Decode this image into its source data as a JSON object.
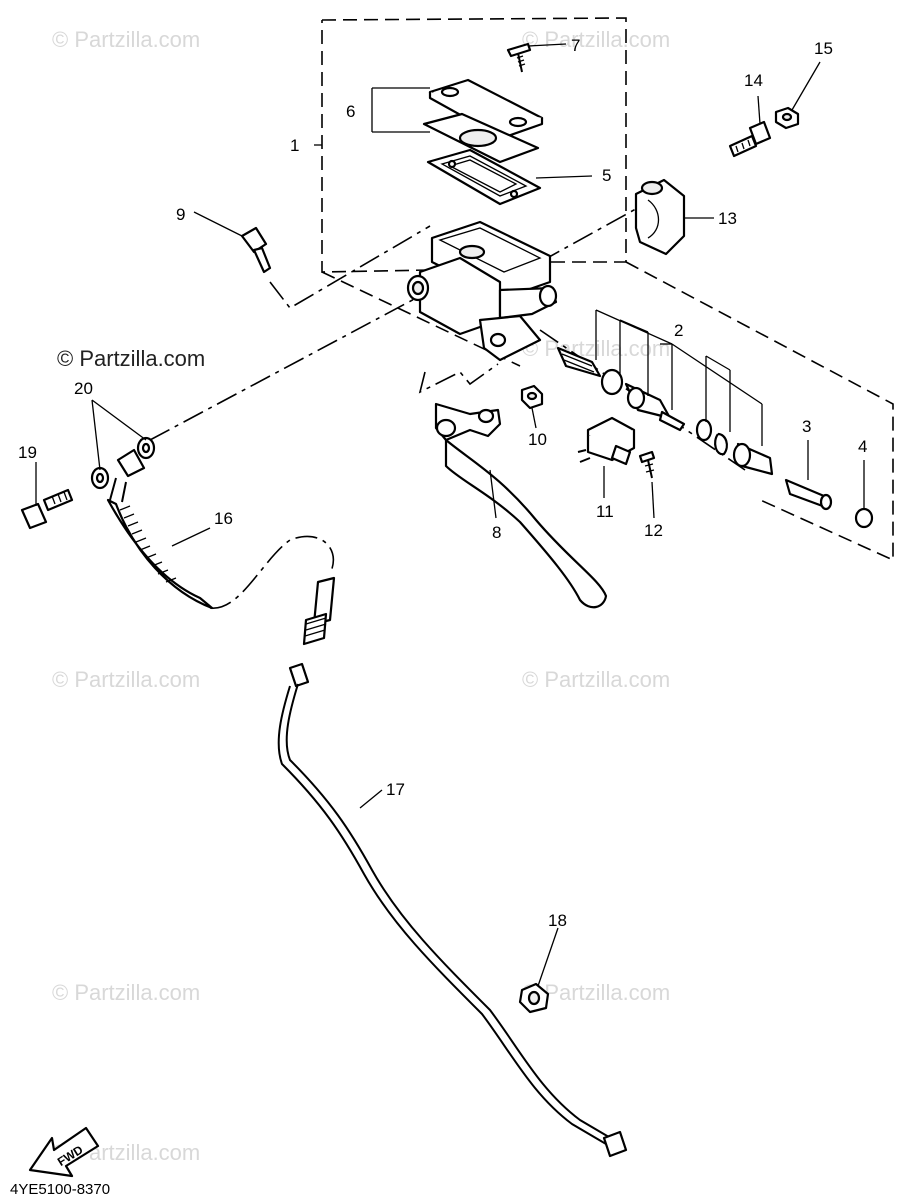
{
  "diagram": {
    "watermarks": [
      "© Partzilla.com",
      "© Partzilla.com",
      "© Partzilla.com",
      "© Partzilla.com",
      "© Partzilla.com",
      "© Partzilla.com",
      "© Partzilla.com",
      "© Partzilla.com",
      "© Partzilla.com"
    ],
    "callouts": [
      "1",
      "2",
      "3",
      "4",
      "5",
      "6",
      "7",
      "8",
      "9",
      "10",
      "11",
      "12",
      "13",
      "14",
      "15",
      "16",
      "17",
      "18",
      "19",
      "20"
    ],
    "arrow_label": "FWD",
    "diagram_code": "4YE5100-8370"
  }
}
